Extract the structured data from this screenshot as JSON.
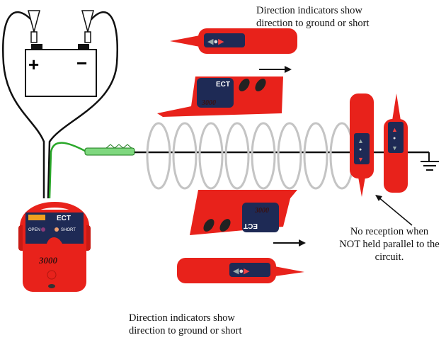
{
  "captions": {
    "top": [
      "Direction indicators show",
      "direction to ground or short"
    ],
    "bottom": [
      "Direction indicators show",
      "direction to ground or short"
    ],
    "right": [
      "No reception when",
      "NOT held parallel to the",
      "circuit."
    ]
  },
  "battery": {
    "plus": "+",
    "minus": "−"
  },
  "transmitter": {
    "model": "ECT",
    "open": "OPEN",
    "short": "SHORT",
    "number": "3000"
  },
  "receiver": {
    "model": "ECT",
    "number": "3000"
  },
  "colors": {
    "device_red": "#e8221b",
    "panel_navy": "#1e2a55",
    "wire_green": "#2aa82a",
    "coil_gray": "#bdbdbd"
  }
}
